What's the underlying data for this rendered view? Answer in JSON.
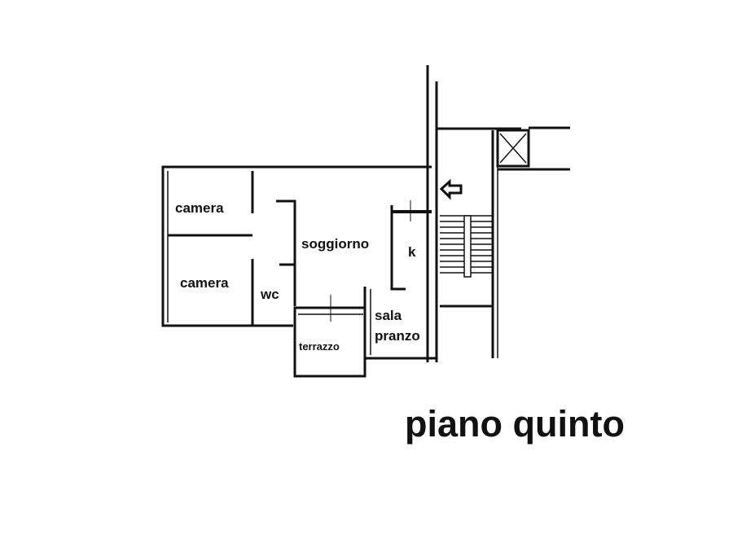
{
  "title": "piano quinto",
  "rooms": {
    "camera_1": "camera",
    "camera_2": "camera",
    "soggiorno": "soggiorno",
    "k": "k",
    "wc": "wc",
    "terrazzo": "terrazzo",
    "sala": "sala",
    "pranzo": "pranzo"
  },
  "colors": {
    "ink": "#111111",
    "background": "#ffffff"
  },
  "icons": {
    "entrance": "arrow-left-icon",
    "elevator": "elevator-cross-icon"
  }
}
